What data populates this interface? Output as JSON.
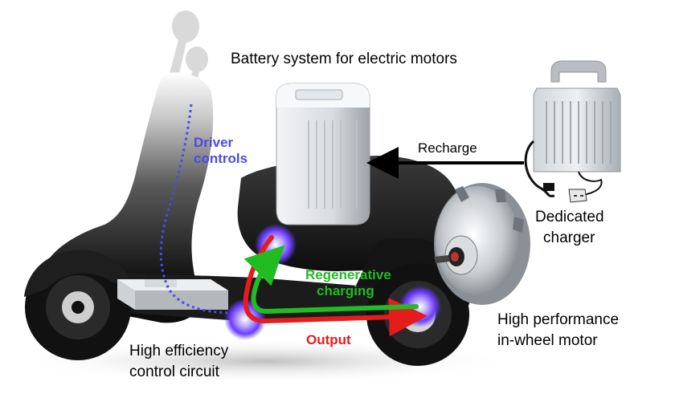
{
  "labels": {
    "battery_system": "Battery system for electric motors",
    "recharge": "Recharge",
    "driver_controls_line1": "Driver",
    "driver_controls_line2": "controls",
    "dedicated_charger_line1": "Dedicated",
    "dedicated_charger_line2": "charger",
    "regenerative_line1": "Regenerative",
    "regenerative_line2": "charging",
    "output": "Output",
    "high_performance_line1": "High performance",
    "high_performance_line2": "in-wheel motor",
    "control_circuit_line1": "High efficiency",
    "control_circuit_line2": "control circuit"
  },
  "colors": {
    "driver_controls": "#4a4ae8",
    "regenerative": "#22bb22",
    "output": "#e41c1c",
    "node_glow": "#6a3cff",
    "scooter_dark": "#1a1a1a"
  }
}
